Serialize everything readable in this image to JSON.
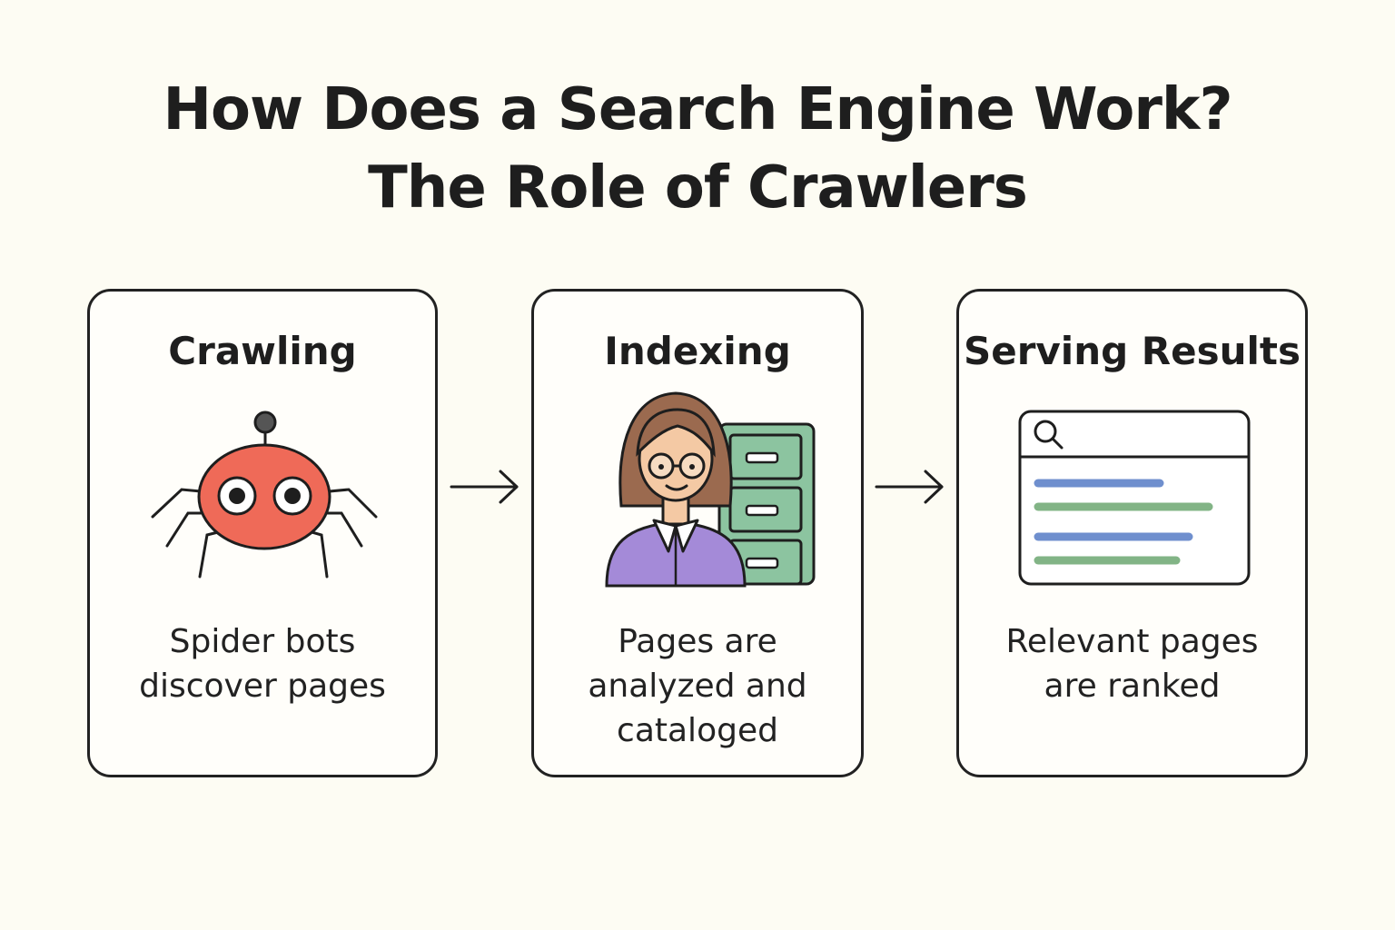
{
  "title": {
    "line1": "How Does a Search Engine Work?",
    "line2": "The Role of Crawlers"
  },
  "steps": [
    {
      "heading": "Crawling",
      "desc_lines": [
        "Spider bots",
        "discover pages"
      ],
      "icon": "spider-robot-icon"
    },
    {
      "heading": "Indexing",
      "desc_lines": [
        "Pages are",
        "analyzed and",
        "cataloged"
      ],
      "icon": "librarian-filing-cabinet-icon"
    },
    {
      "heading": "Serving Results",
      "desc_lines": [
        "Relevant pages",
        "are ranked"
      ],
      "icon": "search-results-window-icon"
    }
  ],
  "colors": {
    "background": "#fdfcf3",
    "spider": "#ef6a58",
    "cabinet": "#8cc4a0",
    "shirt": "#a48ad8",
    "hair": "#9b6a4f",
    "result_blue": "#6f8fce",
    "result_green": "#82b486"
  }
}
